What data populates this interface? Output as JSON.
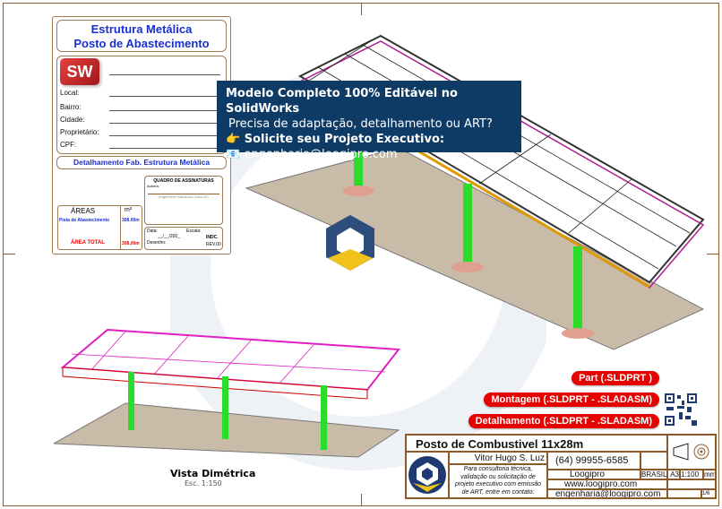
{
  "sheet": {
    "title_line1": "Estrutura Metálica",
    "title_line2": "Posto de Abastecimento",
    "fields": [
      "Local:",
      "Bairro:",
      "Cidade:",
      "Proprietário:",
      "CPF:"
    ],
    "detail_title": "Detalhamento Fab. Estrutura Metálica",
    "signatures_title": "QUADRO DE ASSINATURAS",
    "author_label": "Autoria:",
    "engineer": "Engenheiro Mecânico Crea-GO",
    "areas_header": "ÁREAS",
    "m2_header": "m²",
    "area_row_label": "Pista de Abastecimento",
    "area_row_value": "308.00m",
    "total_label": "ÁREA TOTAL",
    "total_value": "308,00m",
    "date_label": "Data:",
    "date_value": "__/__/200_",
    "scale_label": "Escala:",
    "scale_value": "INDC.",
    "drawing_label": "Desenho:",
    "rev": "REV.00"
  },
  "promo": {
    "line1": "Modelo Completo 100% Editável no SolidWorks",
    "line2": "Precisa de adaptação, detalhamento ou ART?",
    "line3": "👉 Solicite seu Projeto Executivo:",
    "line4": "📧 engenharia@loogipro.com"
  },
  "logo_text": "SW",
  "badges": [
    "Part (.SLDPRT )",
    "Montagem (.SLDPRT - .SLADASM)",
    "Detalhamento (.SLDPRT - .SLADASM)"
  ],
  "view": {
    "title": "Vista Dimétrica",
    "scale": "Esc. 1:150"
  },
  "title_block": {
    "title": "Posto de Combustivel 11x28m",
    "author": "Vitor Hugo S. Luz",
    "phone": "(64) 99955-6585",
    "notes": [
      "Para consultoria técnica,",
      "validação ou solicitação de",
      "projeto executivo com emissão",
      "de ART, entre em contato:"
    ],
    "social": "Loogipro",
    "website": "www.loogipro.com",
    "email": "engenharia@loogipro.com",
    "country": "BRASIL",
    "paper": "A3",
    "scale": "1:100",
    "unit": "mm",
    "sheet": "1/6"
  },
  "colors": {
    "frame": "#8a5a2b",
    "promo_bg": "#0d3b66",
    "badge": "#e60000",
    "title_blue": "#1a2fd0"
  }
}
